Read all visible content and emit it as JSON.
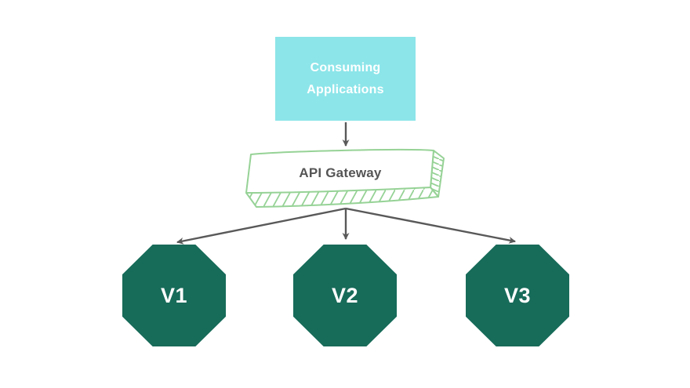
{
  "theme": {
    "canvas-bg": "#ffffff",
    "consumer-fill": "#8CE5E9",
    "consumer-text": "#ffffff",
    "sketch-green": "#96D296",
    "gateway-fill": "#ffffff",
    "gateway-text": "#555555",
    "version-fill": "#176B59",
    "version-text": "#ffffff",
    "edge-color": "#595959"
  },
  "diagram": {
    "nodes": {
      "consumer": {
        "label": "Consuming Applications",
        "shape": "rectangle"
      },
      "gateway": {
        "label": "API Gateway",
        "shape": "sketch-3d-box"
      },
      "versions": [
        {
          "id": "v1",
          "label": "V1",
          "shape": "octagon"
        },
        {
          "id": "v2",
          "label": "V2",
          "shape": "octagon"
        },
        {
          "id": "v3",
          "label": "V3",
          "shape": "octagon"
        }
      ]
    },
    "edges": [
      {
        "from": "consumer",
        "to": "gateway",
        "arrow": "end"
      },
      {
        "from": "gateway",
        "to": "v1",
        "arrow": "end"
      },
      {
        "from": "gateway",
        "to": "v2",
        "arrow": "end"
      },
      {
        "from": "gateway",
        "to": "v3",
        "arrow": "end"
      }
    ]
  }
}
